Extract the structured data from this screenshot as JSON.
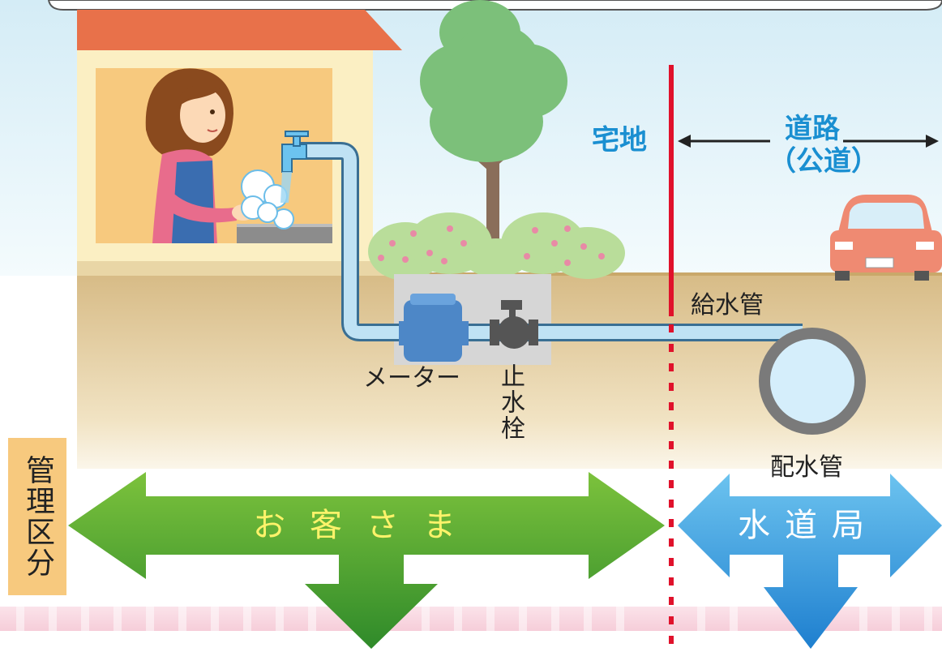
{
  "labels": {
    "residential": "宅地",
    "road": "道路",
    "public_road": "（公道）",
    "supply_pipe": "給水管",
    "meter": "メーター",
    "stop_valve": "止水栓",
    "distribution_pipe": "配水管",
    "management": "管理区分",
    "customer": "お客さま",
    "water_bureau": "水道局"
  },
  "colors": {
    "customer_arrow": "#5aa832",
    "bureau_arrow": "#2d8fd6",
    "boundary_line": "#e0112b",
    "pipe": "#bfe2f4"
  }
}
